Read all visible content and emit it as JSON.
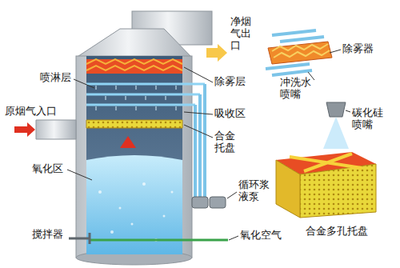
{
  "diagram": {
    "labels": [
      "净烟气出口",
      "喷淋层",
      "除雾层",
      "吸收区",
      "原烟气入口",
      "合金托盘",
      "氧化区",
      "循环浆液泵",
      "搅拌器",
      "氧化空气",
      "除雾器",
      "冲洗水喷嘴",
      "碳化硅喷嘴",
      "合金多孔托盘"
    ]
  }
}
